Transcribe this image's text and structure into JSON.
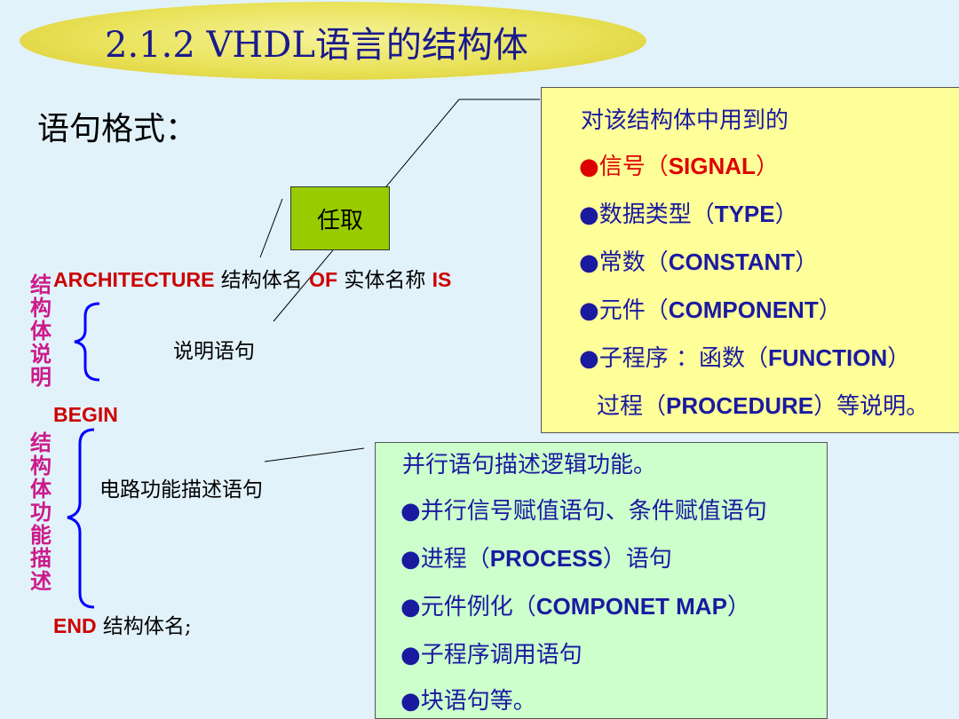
{
  "title": "2.1.2 VHDL语言的结构体",
  "format_label": "语句格式：",
  "side_labels": {
    "declaration": [
      "结",
      "构",
      "体",
      "说",
      "明"
    ],
    "function": [
      "结",
      "构",
      "体",
      "功",
      "能",
      "描",
      "述"
    ]
  },
  "code": {
    "architecture_kw": "ARCHITECTURE",
    "arch_name": " 结构体名 ",
    "of_kw": "OF",
    "entity_name": " 实体名称 ",
    "is_kw": "IS",
    "decl_stmt": "说明语句",
    "begin_kw": "BEGIN",
    "func_stmt": "电路功能描述语句",
    "end_kw": "END",
    "end_name": " 结构体名;"
  },
  "optional_label": "任取",
  "declaration_box": {
    "intro": "对该结构体中用到的",
    "items": [
      {
        "bullet": "●",
        "cn": "信号（",
        "en": "SIGNAL",
        "tail": "）"
      },
      {
        "bullet": "●",
        "cn": "数据类型（",
        "en": "TYPE",
        "tail": "）"
      },
      {
        "bullet": "●",
        "cn": "常数（",
        "en": "CONSTANT",
        "tail": "）"
      },
      {
        "bullet": "●",
        "cn": "元件（",
        "en": "COMPONENT",
        "tail": "）"
      },
      {
        "bullet": "●",
        "cn": "子程序 ：函数（",
        "en": "FUNCTION",
        "tail": "）"
      }
    ],
    "last_line_cn": "过程（",
    "last_line_en": "PROCEDURE",
    "last_line_tail": "）等说明。"
  },
  "function_box": {
    "intro": "并行语句描述逻辑功能。",
    "items": [
      {
        "bullet": "●",
        "cn": "并行信号赋值语句、条件赋值语句",
        "en": "",
        "tail": ""
      },
      {
        "bullet": "●",
        "cn": "进程（",
        "en": "PROCESS",
        "tail": "）语句"
      },
      {
        "bullet": "●",
        "cn": "元件例化（",
        "en": "COMPONET MAP",
        "tail": "）"
      },
      {
        "bullet": "●",
        "cn": "子程序调用语句",
        "en": "",
        "tail": ""
      },
      {
        "bullet": "●",
        "cn": "块语句等。",
        "en": "",
        "tail": ""
      }
    ]
  },
  "colors": {
    "background": "#e2f2fb",
    "title_text": "#1a1a8c",
    "keyword": "#cc0000",
    "side_label": "#cc1a8a",
    "brace": "#0000ff",
    "yellow_box": "#ffff99",
    "green_box": "#ccffcc",
    "optional_box": "#99cc00"
  }
}
